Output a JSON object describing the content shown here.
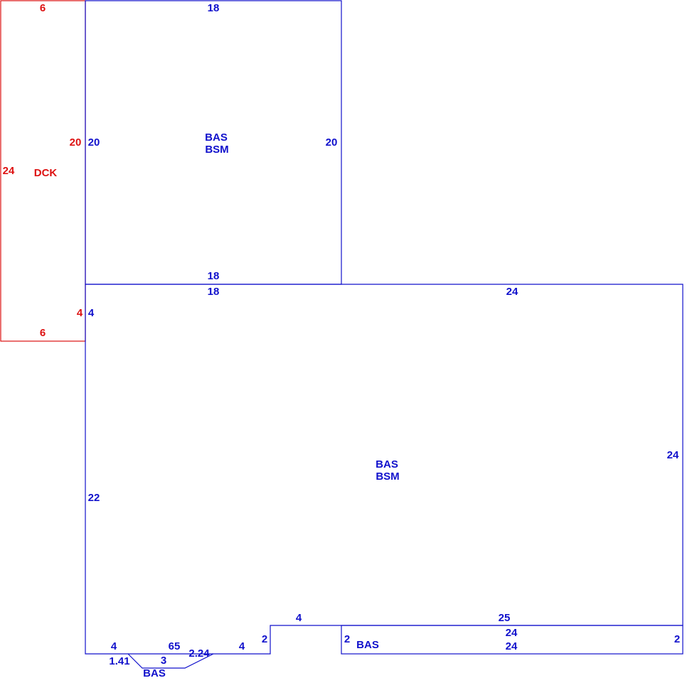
{
  "colors": {
    "structure": "#1010cc",
    "deck": "#dd1111",
    "background": "#ffffff"
  },
  "deck": {
    "area_code": "DCK",
    "dim_top": "6",
    "dim_bottom": "6",
    "dim_left": "24",
    "dim_right_upper": "20",
    "dim_right_lower": "4"
  },
  "upper_block": {
    "area_code_1": "BAS",
    "area_code_2": "BSM",
    "dim_top": "18",
    "dim_bottom": "18",
    "dim_left": "20",
    "dim_right": "20"
  },
  "main_block": {
    "area_code_1": "BAS",
    "area_code_2": "BSM",
    "dim_top_left": "18",
    "dim_top_right": "24",
    "dim_left_upper": "4",
    "dim_left_lower": "22",
    "dim_right": "24",
    "dim_bottom_a": "4",
    "dim_bottom_b": "65",
    "dim_bottom_c": "4",
    "dim_step_right": "2",
    "dim_notch_top": "4",
    "dim_notch_right": "2",
    "dim_bottom_right_top": "25"
  },
  "bay": {
    "area_code": "BAS",
    "dim_diag_left": "1.41",
    "dim_bottom": "3",
    "dim_diag_right": "2.24"
  },
  "strip": {
    "area_code": "BAS",
    "dim_top": "24",
    "dim_bottom": "24",
    "dim_right": "2"
  }
}
